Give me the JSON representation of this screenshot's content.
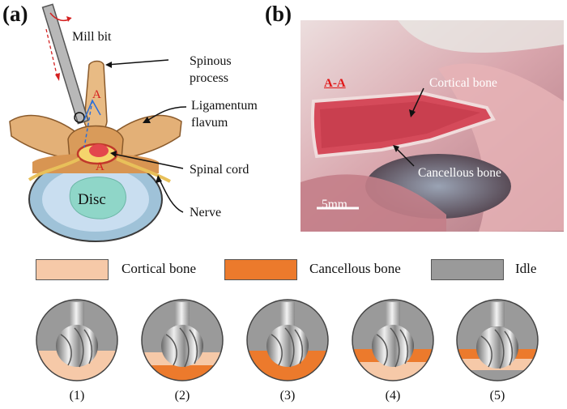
{
  "panel_a": {
    "label": "(a)",
    "mill_bit": "Mill bit",
    "spinous_process": [
      "Spinous",
      "process"
    ],
    "ligamentum_flavum": [
      "Ligamentum",
      "flavum"
    ],
    "spinal_cord": "Spinal cord",
    "nerve": "Nerve",
    "disc": "Disc",
    "section_mark": "A"
  },
  "panel_b": {
    "label": "(b)",
    "section": "A-A",
    "cortical_bone": "Cortical bone",
    "cancellous_bone": "Cancellous bone",
    "scale": "5mm"
  },
  "legend": {
    "items": [
      {
        "label": "Cortical bone",
        "color": "#f6c9a8"
      },
      {
        "label": "Cancellous bone",
        "color": "#ec7a2c"
      },
      {
        "label": "Idle",
        "color": "#9a9a9a"
      }
    ]
  },
  "cases": [
    {
      "label": "(1)",
      "layers": "cortical"
    },
    {
      "label": "(2)",
      "layers": "cortical-over-cancellous"
    },
    {
      "label": "(3)",
      "layers": "cancellous"
    },
    {
      "label": "(4)",
      "layers": "cancellous-over-cortical"
    },
    {
      "label": "(5)",
      "layers": "cancellous-cortical-idle"
    }
  ],
  "colors": {
    "cortical": "#f6c9a8",
    "cancellous": "#ec7a2c",
    "idle": "#9a9a9a",
    "annotation_red": "#d42020"
  }
}
